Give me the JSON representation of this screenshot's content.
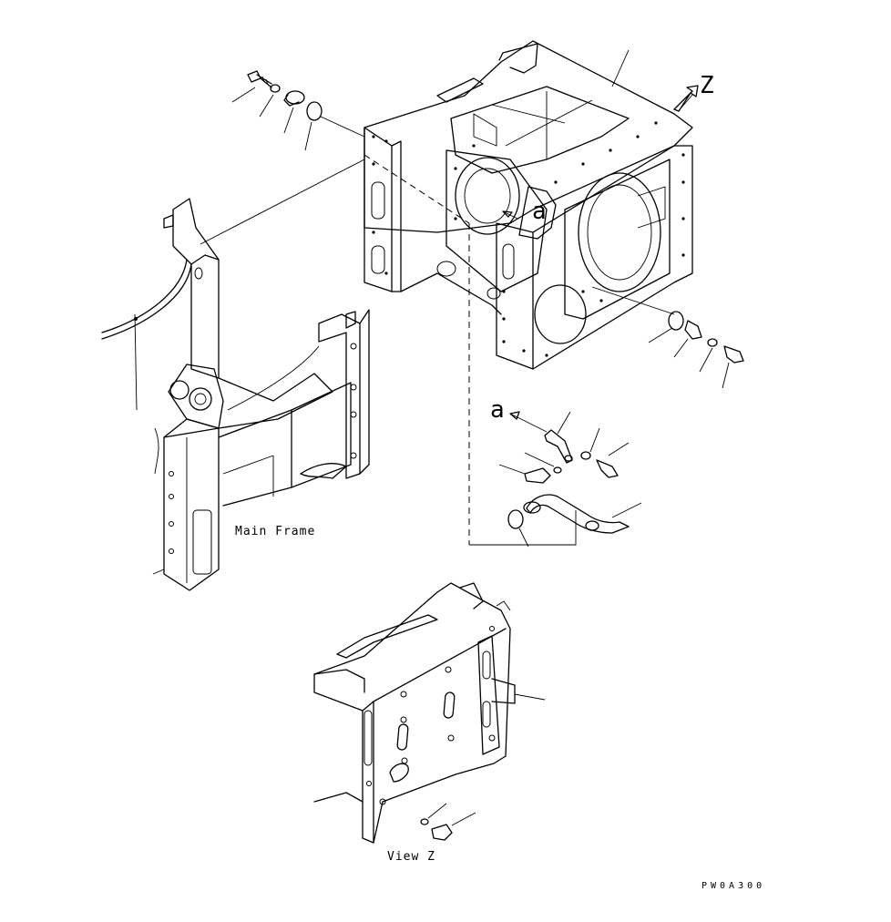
{
  "labels": {
    "main_frame": "Main Frame",
    "view_z": "View Z",
    "z_marker": "Z",
    "callout_a_upper": "a",
    "callout_a_lower": "a",
    "figure_code": "PW0A300"
  }
}
